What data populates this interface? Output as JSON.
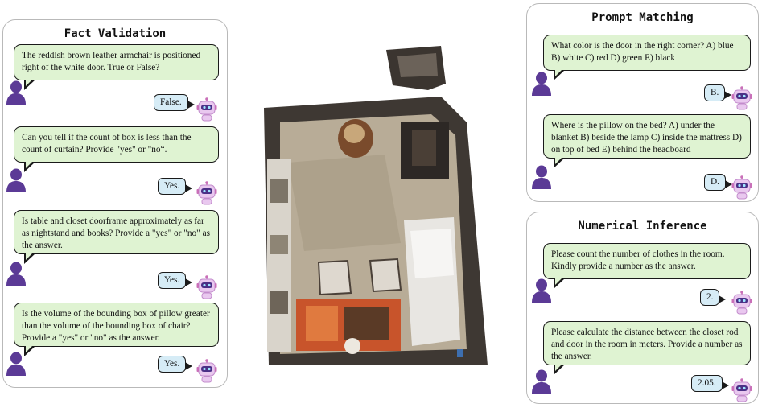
{
  "panels": {
    "fact_validation": {
      "title": "Fact Validation",
      "items": [
        {
          "question": "The reddish brown leather armchair is positioned right of the white door. True or False?",
          "answer": "False."
        },
        {
          "question": "Can you tell if the count of box is less than the count of curtain? Provide \"yes\" or \"no“.",
          "answer": "Yes."
        },
        {
          "question": "Is table and closet doorframe approximately as far as nightstand and books? Provide a \"yes\" or \"no\" as the answer.",
          "answer": "Yes."
        },
        {
          "question": "Is the volume of the bounding box of pillow greater than the volume of the bounding box of chair? Provide a \"yes\" or \"no\" as the answer.",
          "answer": "Yes."
        }
      ]
    },
    "prompt_matching": {
      "title": "Prompt Matching",
      "items": [
        {
          "question": "What color is the door in the right corner? A) blue B) white C) red D) green E) black",
          "answer": "B."
        },
        {
          "question": "Where is the pillow on the bed? A) under the blanket B) beside the lamp C) inside the mattress D) on top of bed E) behind the headboard",
          "answer": "D."
        }
      ]
    },
    "numerical_inference": {
      "title": "Numerical Inference",
      "items": [
        {
          "question": "Please count the number of clothes in the room. Kindly provide a number as the answer.",
          "answer": "2."
        },
        {
          "question": "Please calculate the distance between the closet rod and door in the room in meters. Provide a number as the answer.",
          "answer": "2.05."
        }
      ]
    }
  },
  "colors": {
    "question_bubble": "#dff3d2",
    "answer_bubble": "#d6ecf6",
    "user_icon": "#5b3a96",
    "robot_head": "#e9c8ef",
    "robot_visor": "#4a2f86"
  },
  "icons": {
    "user": "person-silhouette-icon",
    "assistant": "robot-icon",
    "scene": "3d-room-scan"
  }
}
